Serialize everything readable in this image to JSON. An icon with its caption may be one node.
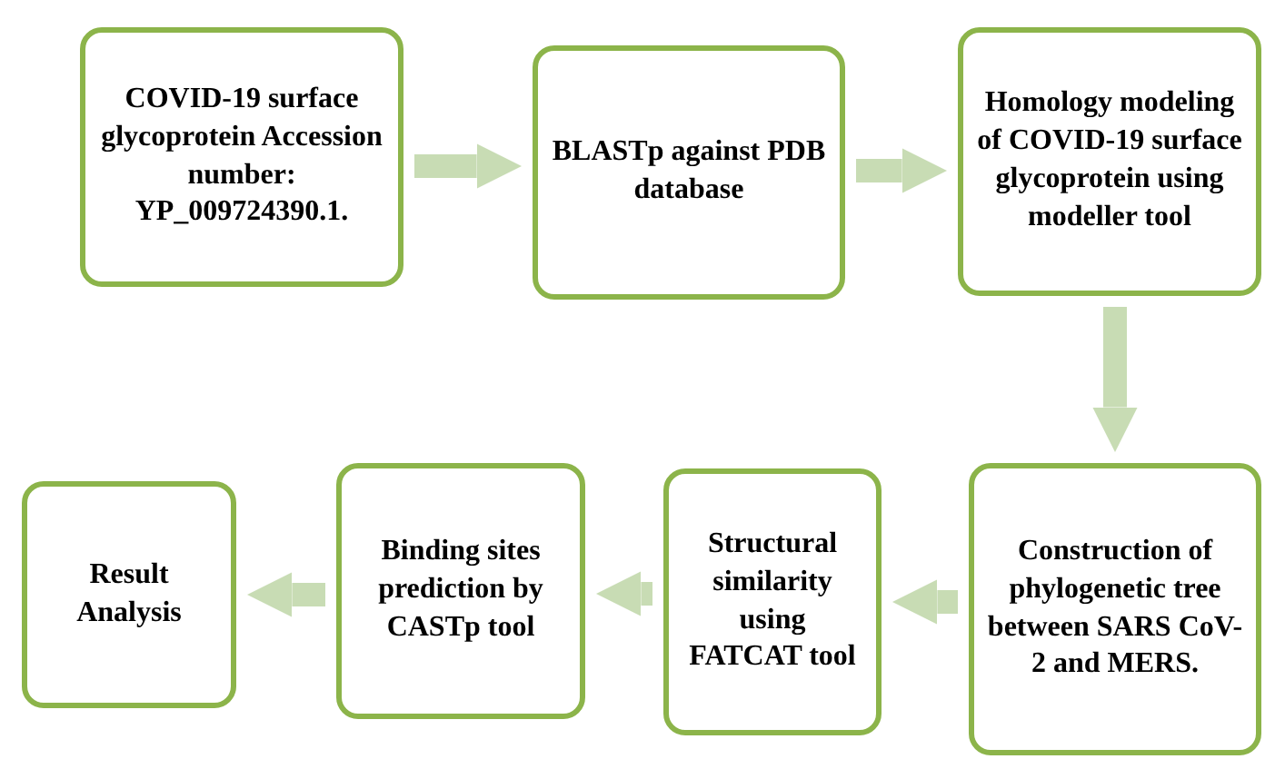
{
  "diagram": {
    "nodes": [
      {
        "text": [
          "COVID-19 surface glycoprotein Accession number: YP_009724390.1."
        ]
      },
      {
        "text": [
          "BLASTp against PDB database"
        ]
      },
      {
        "text": [
          "Homology modeling of COVID-19 surface glycoprotein using modeller tool"
        ]
      },
      {
        "text": [
          "Construction of phylogenetic tree between SARS CoV-2 and MERS."
        ]
      },
      {
        "text": [
          "Structural similarity using FATCAT tool"
        ]
      },
      {
        "text": [
          "Binding sites prediction by CASTp tool"
        ]
      },
      {
        "text": [
          "Result Analysis"
        ]
      }
    ],
    "edges": [
      {
        "from": 0,
        "to": 1,
        "arrow": "to"
      },
      {
        "from": 1,
        "to": 2,
        "arrow": "to"
      },
      {
        "from": 2,
        "to": 3,
        "arrow": "to"
      },
      {
        "from": 3,
        "to": 4,
        "arrow": "to"
      },
      {
        "from": 4,
        "to": 5,
        "arrow": "to"
      },
      {
        "from": 5,
        "to": 6,
        "arrow": "to"
      }
    ]
  }
}
